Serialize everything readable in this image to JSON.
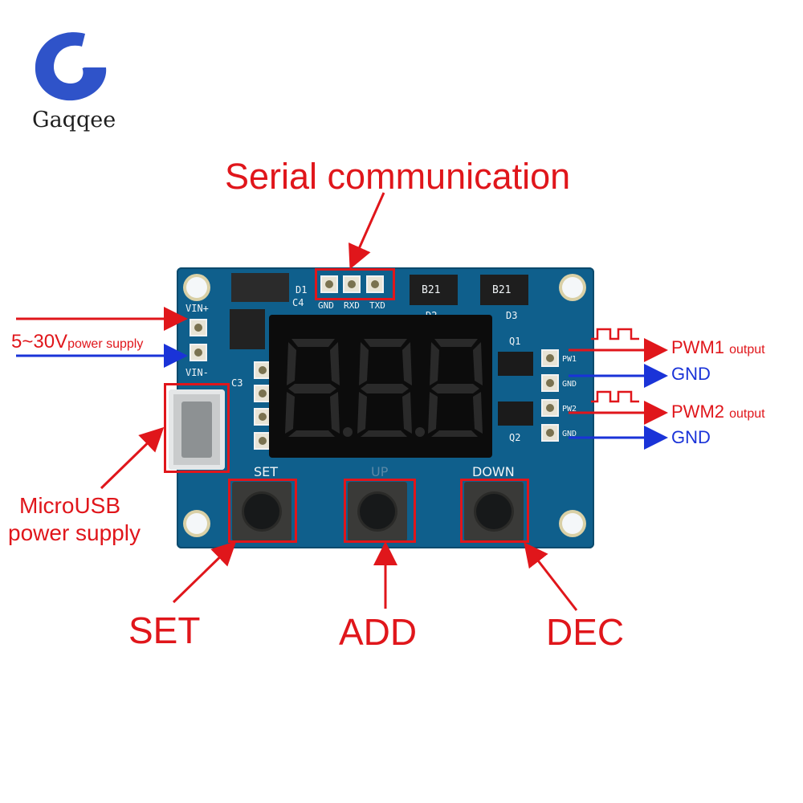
{
  "brand": {
    "name": "Gaqqee",
    "logo_color": "#2f53c9"
  },
  "colors": {
    "annotation_red": "#e0161b",
    "annotation_blue": "#1a33d8",
    "pcb": "#0f5f8c"
  },
  "callouts": {
    "serial": "Serial communication",
    "power_v": "5~30V",
    "power_suffix": "power supply",
    "microusb_line1": "MicroUSB",
    "microusb_line2": "power supply",
    "pwm1": "PWM1",
    "pwm2": "PWM2",
    "output_suffix": "output",
    "gnd": "GND",
    "set": "SET",
    "add": "ADD",
    "dec": "DEC"
  },
  "board": {
    "vin_plus": "VIN+",
    "vin_minus": "VIN-",
    "serial_pins": [
      "GND",
      "RXD",
      "TXD"
    ],
    "d1": "D1",
    "c4": "C4",
    "c3": "C3",
    "d2": "D2",
    "d3": "D3",
    "diode_text": "B21",
    "q1": "Q1",
    "q2": "Q2",
    "out_pins": [
      "PW1",
      "GND",
      "PW2",
      "GND"
    ],
    "btn_labels": [
      "SET",
      "UP",
      "DOWN"
    ]
  }
}
